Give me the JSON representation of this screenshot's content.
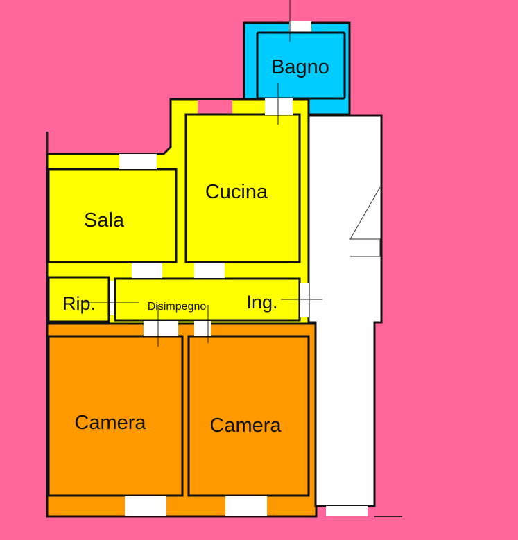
{
  "colors": {
    "background": "#FF6699",
    "living_zone": "#FFFF00",
    "bath_zone": "#00CCFF",
    "sleep_zone": "#FF9900",
    "common_area": "#FFFFFF",
    "wall": "#111111"
  },
  "rooms": {
    "bagno": "Bagno",
    "cucina": "Cucina",
    "sala": "Sala",
    "rip": "Rip.",
    "disimpegno": "Disimpegno",
    "ing": "Ing.",
    "camera_1": "Camera",
    "camera_2": "Camera"
  }
}
